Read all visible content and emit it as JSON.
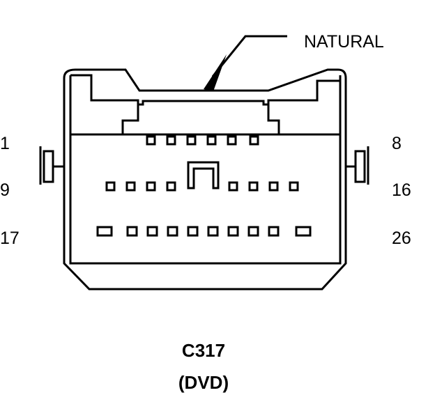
{
  "diagram": {
    "color_label": "NATURAL",
    "connector_id": "C317",
    "connector_desc": "(DVD)",
    "pin_labels": {
      "row1_start": "1",
      "row1_end": "8",
      "row2_start": "9",
      "row2_end": "16",
      "row3_start": "17",
      "row3_end": "26"
    },
    "rows": [
      {
        "first_pin": 1,
        "last_pin": 8
      },
      {
        "first_pin": 9,
        "last_pin": 16
      },
      {
        "first_pin": 17,
        "last_pin": 26
      }
    ],
    "colors": {
      "line": "#000000",
      "background": "#ffffff"
    }
  }
}
